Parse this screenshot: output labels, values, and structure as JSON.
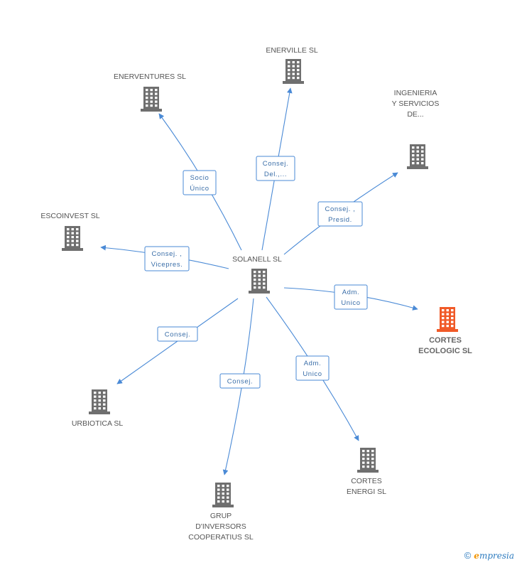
{
  "center": {
    "id": "solanell",
    "lines": [
      "SOLANELL SL"
    ]
  },
  "nodes": [
    {
      "id": "enerventures",
      "lines": [
        "ENERVENTURES SL"
      ],
      "focus": false
    },
    {
      "id": "enerville",
      "lines": [
        "ENERVILLE SL"
      ],
      "focus": false
    },
    {
      "id": "ingenieria",
      "lines": [
        "INGENIERIA",
        "Y SERVICIOS",
        "DE..."
      ],
      "focus": false
    },
    {
      "id": "escoinvest",
      "lines": [
        "ESCOINVEST SL"
      ],
      "focus": false
    },
    {
      "id": "cortes-ecologic",
      "lines": [
        "CORTES",
        "ECOLOGIC SL"
      ],
      "focus": true
    },
    {
      "id": "urbiotica",
      "lines": [
        "URBIOTICA SL"
      ],
      "focus": false
    },
    {
      "id": "grup-dinversors",
      "lines": [
        "GRUP",
        "D'INVERSORS",
        "COOPERATIUS SL"
      ],
      "focus": false
    },
    {
      "id": "cortes-energi",
      "lines": [
        "CORTES",
        "ENERGI SL"
      ],
      "focus": false
    }
  ],
  "edges": [
    {
      "to": "enerventures",
      "lines": [
        "Socio",
        "Único"
      ]
    },
    {
      "to": "enerville",
      "lines": [
        "Consej.",
        "Del.,..."
      ]
    },
    {
      "to": "ingenieria",
      "lines": [
        "Consej. ,",
        "Presid."
      ]
    },
    {
      "to": "escoinvest",
      "lines": [
        "Consej. ,",
        "Vicepres."
      ]
    },
    {
      "to": "cortes-ecologic",
      "lines": [
        "Adm.",
        "Unico"
      ]
    },
    {
      "to": "urbiotica",
      "lines": [
        "Consej."
      ]
    },
    {
      "to": "grup-dinversors",
      "lines": [
        "Consej."
      ]
    },
    {
      "to": "cortes-energi",
      "lines": [
        "Adm.",
        "Unico"
      ]
    }
  ],
  "colors": {
    "edge": "#4a8ad6",
    "node": "#6f6f6f",
    "focus": "#f05a28"
  },
  "footer": {
    "copyright": "©",
    "brand_initial": "e",
    "brand_rest": "mpresia"
  }
}
